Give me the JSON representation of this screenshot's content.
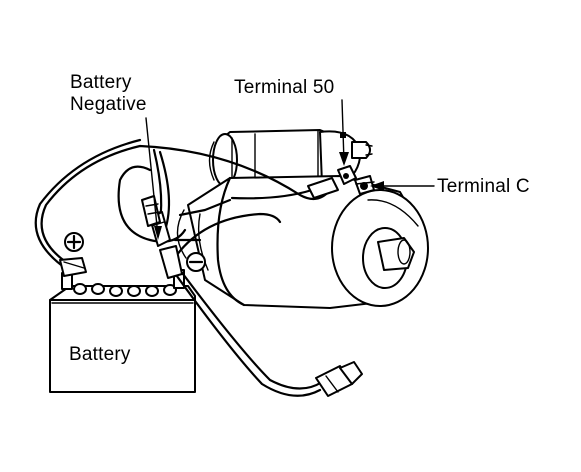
{
  "labels": {
    "battery_negative_line1": "Battery",
    "battery_negative_line2": "Negative",
    "terminal_50": "Terminal 50",
    "terminal_c": "Terminal C",
    "battery": "Battery",
    "positive_symbol": "+",
    "negative_symbol": "−"
  },
  "icons": {
    "battery": "battery-icon",
    "starter_motor": "starter-motor-icon",
    "positive": "plus-circle-icon",
    "negative": "minus-circle-icon"
  }
}
